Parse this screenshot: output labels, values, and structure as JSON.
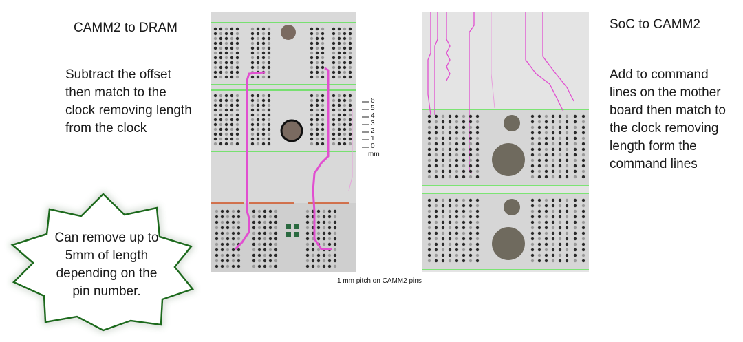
{
  "left_panel": {
    "title": "CAMM2 to DRAM",
    "lines": [
      "Subtract the offset",
      "then match to the",
      "clock removing length",
      "from the clock"
    ]
  },
  "right_panel": {
    "title": "SoC to CAMM2",
    "lines": [
      "Add to command",
      "lines on the mother",
      "board then match to",
      "the clock removing",
      "length form the",
      "command lines"
    ]
  },
  "callout": {
    "lines": [
      "Can remove up to",
      "5mm of length",
      "depending on the",
      "pin number."
    ]
  },
  "scale": {
    "ticks": [
      "6",
      "5",
      "4",
      "3",
      "2",
      "1",
      "0"
    ],
    "unit": "mm"
  },
  "caption": "1 mm pitch on CAMM2 pins",
  "colors": {
    "trace": "#e14fd0",
    "board_line": "#59e34f",
    "board_bg": "#d9d9d9",
    "callout_border": "#1f6b1f",
    "callout_glow": "#6fd36f"
  }
}
